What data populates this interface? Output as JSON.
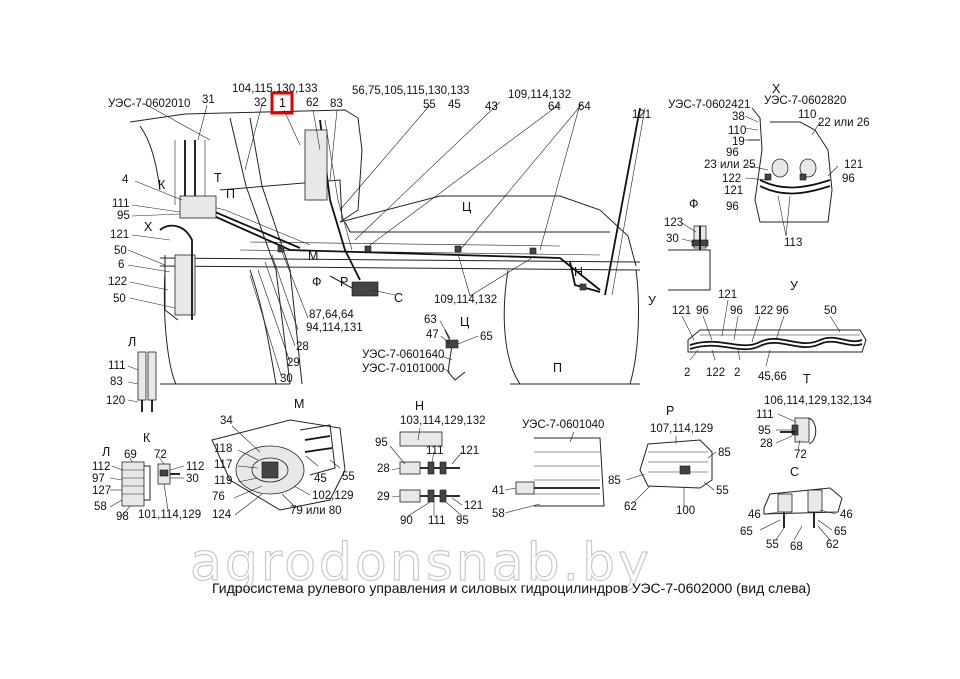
{
  "caption": "Гидросистема рулевого управления и силовых гидроцилиндров УЭС-7-0602000 (вид слева)",
  "watermark": "agrodonsnab.by",
  "highlight_color": "#e00000",
  "main_view": {
    "highlighted": "1",
    "labels": {
      "uec_0602010": "УЭС-7-0602010",
      "n31": "31",
      "n104": "104,115,130,133",
      "n32": "32",
      "n1": "1",
      "n62": "62",
      "n83": "83",
      "n56": "56,75,105,115,130,133",
      "n55": "55",
      "n45": "45",
      "n43": "43",
      "n109a": "109,114,132",
      "n64a": "64",
      "n64b": "64",
      "n4": "4",
      "K": "К",
      "T": "Т",
      "Pi": "П",
      "n111": "111",
      "n95": "95",
      "X": "Х",
      "n121": "121",
      "n50a": "50",
      "n6": "6",
      "n122": "122",
      "n50b": "50",
      "M": "М",
      "F": "Ф",
      "R": "Р",
      "C": "С",
      "Ts": "Ц",
      "N": "Н",
      "n109b": "109,114,132",
      "n87": "87,64,64",
      "n94": "94,114,131",
      "n28": "28",
      "n29": "29",
      "n30": "30",
      "n121b": "121",
      "U": "У",
      "P": "П"
    }
  },
  "view_ts": {
    "title": "Ц",
    "labels": {
      "n63": "63",
      "n47": "47",
      "n65": "65",
      "ref1": "УЭС-7-0601640",
      "ref2": "УЭС-7-0101000"
    }
  },
  "view_l_top": {
    "title": "Л",
    "labels": {
      "n111": "111",
      "n83": "83",
      "n120": "120"
    }
  },
  "view_x": {
    "title": "Х",
    "labels": {
      "ref1": "УЭС-7-0602421",
      "ref2": "УЭС-7-0602820",
      "n38": "38",
      "n110a": "110",
      "n110b": "110",
      "n19": "19",
      "n22": "22 или 26",
      "n96a": "96",
      "n23": "23 или 25",
      "n122": "122",
      "n121a": "121",
      "n121b": "121",
      "n96b": "96",
      "n96c": "96",
      "n113": "113"
    }
  },
  "view_f": {
    "title": "Ф",
    "labels": {
      "n123": "123",
      "n30": "30"
    }
  },
  "view_u": {
    "title": "У",
    "labels": {
      "n121a": "121",
      "n96a": "96",
      "n121b": "121",
      "n96b": "96",
      "n122a": "122",
      "n96c": "96",
      "n50": "50",
      "n2a": "2",
      "n122b": "122",
      "n2b": "2",
      "n45": "45,66"
    }
  },
  "view_t": {
    "title": "Т",
    "labels": {
      "n106": "106,114,129,132,134",
      "n111": "111",
      "n95": "95",
      "n28": "28",
      "n72": "72"
    }
  },
  "view_m": {
    "title": "М",
    "labels": {
      "n34": "34",
      "n118": "118",
      "n117": "117",
      "n119": "119",
      "n76": "76",
      "n124": "124",
      "n45": "45",
      "n55": "55",
      "n102": "102,129",
      "n79": "79 или 80"
    }
  },
  "view_n": {
    "title": "Н",
    "labels": {
      "n103": "103,114,129,132",
      "n95a": "95",
      "n28": "28",
      "n111a": "111",
      "n121a": "121",
      "n29": "29",
      "n121b": "121",
      "n90": "90",
      "n111b": "111",
      "n95b": "95"
    }
  },
  "view_0601040": {
    "ref": "УЭС-7-0601040",
    "labels": {
      "n41": "41",
      "n58": "58"
    }
  },
  "view_r": {
    "title": "Р",
    "labels": {
      "n107": "107,114,129",
      "n85a": "85",
      "n85b": "85",
      "n55": "55",
      "n62": "62",
      "n100": "100"
    }
  },
  "view_c": {
    "title": "С",
    "labels": {
      "n46a": "46",
      "n46b": "46",
      "n65a": "65",
      "n65b": "65",
      "n55": "55",
      "n68": "68",
      "n62": "62"
    }
  },
  "view_l_bottom": {
    "title": "Л",
    "labels": {
      "n112": "112",
      "n69": "69",
      "n97": "97",
      "n127": "127",
      "n58": "58",
      "n98": "98"
    }
  },
  "view_k": {
    "title": "К",
    "labels": {
      "n72": "72",
      "n112": "112",
      "n30": "30",
      "n101": "101,114,129"
    }
  }
}
